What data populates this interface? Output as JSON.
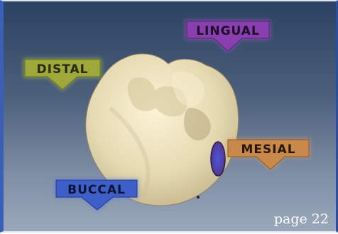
{
  "labels": {
    "distal": "DISTAL",
    "lingual": "LINGUAL",
    "mesial": "MESIAL",
    "buccal": "BUCCAL"
  },
  "page": {
    "number_text": "page 22"
  },
  "colors": {
    "frame_accent": "#3a5fb8",
    "distal": "#9ea93a",
    "lingual": "#8a3fb0",
    "mesial": "#c8894a",
    "buccal": "#3f5fc8",
    "tooth": "#e2d6ae",
    "contact_area": "#5a3a9a"
  }
}
